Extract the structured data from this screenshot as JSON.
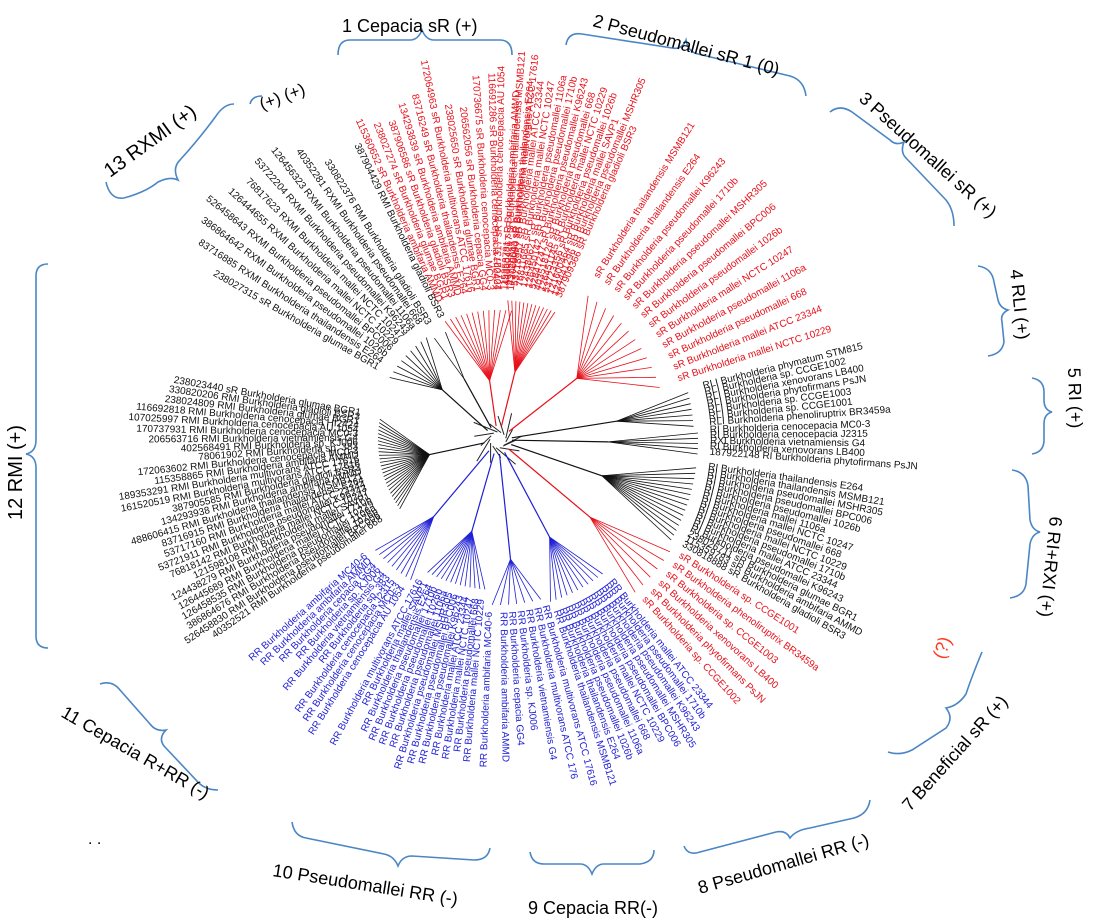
{
  "figure": {
    "colors": {
      "sR": "#e8101a",
      "RR": "#1f1fd6",
      "other": "#111111",
      "bracket": "#4a86c5",
      "unknown": "#ff3b1f"
    },
    "unknown_marker": "(?)",
    "stray_marks": ". .",
    "clade_labels": [
      {
        "id": 1,
        "text": "1 Cepacia  sR (+)"
      },
      {
        "id": 2,
        "text": "2 Pseudomallei  sR 1 (0)"
      },
      {
        "id": 3,
        "text": "3 Pseudomallei  sR (+)"
      },
      {
        "id": 4,
        "text": "4 RLI (+)"
      },
      {
        "id": 5,
        "text": "5 RI (+)"
      },
      {
        "id": 6,
        "text": "6 RI+RXI (+)"
      },
      {
        "id": 7,
        "text": "7 Beneficial sR (+)"
      },
      {
        "id": 8,
        "text": "8 Pseudomallei RR (-)"
      },
      {
        "id": 9,
        "text": "9 Cepacia  RR(-)"
      },
      {
        "id": 10,
        "text": "10 Pseudomallei  RR (-)"
      },
      {
        "id": 11,
        "text": "11 Cepacia   R+RR (-)"
      },
      {
        "id": 12,
        "text": "12 RMI (+)"
      },
      {
        "id": 13,
        "text": "13 RXMI (+)"
      },
      {
        "id": 14,
        "text": "(+) (+)"
      }
    ],
    "clades": [
      {
        "id": 1,
        "color": "sR",
        "leaves": [
          "115360652 sR Burkholderia ambifaria AMMD",
          "238027274 sR Burkholderia glumae BGR1",
          "387906586 sR Burkholderia gladioli BSR3",
          "134293839 sR Burkholderia ambifaria AMMD",
          "83716249 sR Burkholderia thailandensis E264",
          "172064963 sR Burkholderia multivorans ATCC 17616",
          "238025650 sR Burkholderia glumae BGR1",
          "206562056 sR Burkholderia cepacia GG4",
          "170736675 sR Burkholderia cenocepacia MC0-3",
          "116691286 sR Burkholderia cenocepacia HI2424",
          "107027317 sR Burkholderia cenocepacia AU 1054",
          "115358781 sR Burkholderia ambifaria AMMD",
          "172065090 sR Burkholderia multivorans ATCC 17616"
        ]
      },
      {
        "id": 2,
        "color": "sR",
        "leaves": [
          "488604267 sR Burkholderia thailandensis MSMB121",
          "83720643 sR Burkholderia thailandensis E264",
          "53718957 sR Burkholderia mallei ATCC 23344",
          "76811685 sR Burkholderia mallei NCTC 10247",
          "124380621 sR Burkholderia pseudomallei 1106a",
          "126450142 sR Burkholderia pseudomallei 1710b",
          "52847247 sR Burkholderia pseudomallei K96243",
          "403518126 sR Burkholderia pseudomallei 668",
          "126451145 sR Burkholderia mallei NCTC 10229",
          "53723356 sR Burkholderia pseudomallei 1026b",
          "121600464 sR Burkholderia mallei SAVP1",
          "124441296 sR Burkholderia pseudomallei MSHR305",
          "387909366 sR Burkholderia gladioli BSR3"
        ]
      },
      {
        "id": 3,
        "color": "sR",
        "leaves": [
          "sR Burkholderia thailandensis MSMB121",
          "sR Burkholderia thailandensis E264",
          "sR Burkholderia pseudomallei K96243",
          "sR Burkholderia pseudomallei 1710b",
          "sR Burkholderia pseudomallei MSHR305",
          "sR Burkholderia pseudomallei BPC006",
          "sR Burkholderia pseudomallei 1026b",
          "sR Burkholderia mallei NCTC 10247",
          "sR Burkholderia pseudomallei 1106a",
          "sR Burkholderia pseudomallei 668",
          "sR Burkholderia mallei ATCC 23344",
          "sR Burkholderia mallei NCTC 10229"
        ]
      },
      {
        "id": 4,
        "color": "other",
        "leaves": [
          "RLI Burkholderia phymatum STM815",
          "RLI Burkholderia sp. CCGE1002",
          "RLI Burkholderia xenovorans LB400",
          "RLI Burkholderia phytofirmans PsJN",
          "RLI Burkholderia sp. CCGE1003",
          "RLI Burkholderia sp. CCGE1001",
          "RLI Burkholderia phenoliruptrix BR3459a"
        ]
      },
      {
        "id": 5,
        "color": "other",
        "leaves": [
          "RI Burkholderia cenocepacia MC0-3",
          "RI Burkholderia cenocepacia J2315",
          "RXI Burkholderia vietnamiensis G4",
          "RI Burkholderia xenovorans LB400",
          "187922148 RI Burkholderia phytofirmans PsJN"
        ]
      },
      {
        "id": 6,
        "color": "other",
        "leaves": [
          "RI Burkholderia thailandensis E264",
          "RI Burkholderia thailandensis MSMB121",
          "RI Burkholderia pseudomallei MSHR305",
          "RI Burkholderia pseudomallei BPC006",
          "RI Burkholderia pseudomallei 1026b",
          "RI Burkholderia mallei 1106a",
          "RI Burkholderia mallei NCTC 10247",
          "RI Burkholderia pseudomallei 668",
          "RI Burkholderia mallei NCTC 10229",
          "RI Burkholderia pseudomallei 1710b",
          "RI Burkholderia mallei ATCC 23344",
          "RI Burkholderia pseudomallei K96243",
          "238026711 sR Burkholderia glumae BGR1",
          "115359783 sR Burkholderia ambifaria AMMD",
          "330818888 sR Burkholderia gladioli BSR3"
        ]
      },
      {
        "id": 7,
        "color": "sR",
        "leaves": [
          "sR Burkholderia sp. CCGE1001",
          "sR Burkholderia phenoliruptrix BR3459a",
          "sR Burkholderia sp. CCGE1003",
          "sR Burkholderia xenovorans LB400",
          "sR Burkholderia phytofirmans PsJN",
          "sR Burkholderia sp. CCGE1002"
        ]
      },
      {
        "id": 8,
        "color": "RR",
        "leaves": [
          "RR Burkholderia mallei ATCC 23344",
          "RR Burkholderia pseudomallei 1710b",
          "RR Burkholderia pseudomallei K96243",
          "RR Burkholderia pseudomallei MSHR305",
          "RR Burkholderia pseudomallei BPC006",
          "RR Burkholderia mallei NCTC 10229",
          "RR Burkholderia pseudomallei 668",
          "RR Burkholderia pseudomallei 1106a",
          "RR Burkholderia pseudomallei 1026b",
          "RR Burkholderia thailandensis E264",
          "RR Burkholderia thailandensis MSMB121"
        ]
      },
      {
        "id": 9,
        "color": "RR",
        "leaves": [
          "RR Burkholderia multivorans ATCC 17616",
          "RR Burkholderia multivorans ATCC 176",
          "RR Burkholderia vietnamiensis G4",
          "RR Burkholderia sp. KJ006",
          "RR Burkholderia cepacia GG4",
          "RR Burkholderia ambifaria AMMD",
          "RR Burkholderia ambifaria MC40-6"
        ]
      },
      {
        "id": 10,
        "color": "RR",
        "leaves": [
          "RR Burkholderia mallei NCTC 10229",
          "RR Burkholderia pseudomallei 668",
          "RR Burkholderia mallei NCTC 10247",
          "RR Burkholderia mallei ATCC 23344",
          "RR Burkholderia pseudomallei K96243",
          "RR Burkholderia pseudomallei BPC006",
          "RR Burkholderia pseudomallei MSHR305",
          "RR Burkholderia pseudomallei 1106a",
          "RR Burkholderia pseudomallei 1026b",
          "RR Burkholderia pseudomallei 1710b",
          "RR Burkholderia thailandensis E264",
          "RR Burkholderia mallei SAVP1",
          "RR Burkholderia multivorans ATCC 17616"
        ]
      },
      {
        "id": 11,
        "color": "RR",
        "leaves": [
          "RR Burkholderia cenocepacia AU 1054",
          "RR Burkholderia cenocepacia MC0-3",
          "RR Burkholderia cenocepacia J2315",
          "RR Burkholderia sp. 383",
          "RR Burkholderia vietnamiensis G4",
          "RR Burkholderia sp. KJ006",
          "RR Burkholderia cepacia GG4",
          "RR Burkholderia ambifaria AMMD",
          "RR Burkholderia ambifaria MC40-6"
        ]
      },
      {
        "id": 12,
        "color": "other",
        "leaves": [
          "40352521 RMI Burkholderia pseudomallei 668",
          "526458830 RMI Burkholderia pseudomallei BPC006",
          "386864676 RMI Burkholderia pseudomallei 1026b",
          "126458535 RMI Burkholderia pseudomallei 1106a",
          "126445689 RMI Burkholderia mallei NCTC 10229",
          "124438279 RMI Burkholderia pseudomallei 1710b",
          "121598108 RMI Burkholderia mallei SAVP1",
          "76818142 RMI Burkholderia mallei NCTC 10247",
          "53721911 RMI Burkholderia pseudomallei K96243",
          "53717160 RMI Burkholderia mallei ATCC 23344",
          "83716915 RMI Burkholderia thailandensis E264",
          "488606415 RMI Burkholderia thailandensis MSMB121",
          "134293938 RMI Burkholderia ambifaria AMMD",
          "387905585 RMI Burkholderia gladioli BSR3",
          "161520519 RMI Burkholderia multivorans ATCC 17616",
          "189353291 RMI Burkholderia multivorans ATCC 17616",
          "115358865 RMI Burkholderia ambifaria AMMD",
          "172063602 RMI Burkholderia cenocepacia MC0-3",
          "78061902 RMI Burkholderia sp. 383",
          "402568491 RMI Burkholderia sp. KJ006",
          "206563716 RMI Burkholderia vietnamiensis G4",
          "170737931 RMI Burkholderia cenocepacia MC0-3",
          "107025997 RMI Burkholderia cenocepacia AU 1054",
          "116692818 RMI Burkholderia cenocepacia HI2424",
          "238024809 RMI Burkholderia glumae BGR1",
          "330820206 RMI Burkholderia gladioli BSR3",
          "238023440 sR Burkholderia glumae BGR1"
        ]
      },
      {
        "id": 13,
        "color": "other",
        "leaves": [
          "238027315 sR Burkholderia glumae BGR1",
          "83716885 RXMI Burkholderia thailandensis E264",
          "386864642 RXMI Burkholderia pseudomallei 1026b",
          "526458643 RXMI Burkholderia pseudomallei BPC006",
          "126444655 RXMI Burkholderia mallei NCTC 10229",
          "76817623 RXMI Burkholderia mallei NCTC 10247",
          "53722204 RXMI Burkholderia pseudomallei K96243",
          "126456323 RXMI Burkholderia pseudomallei 1106a",
          "40352281 RXMI Burkholderia pseudomallei 668"
        ]
      },
      {
        "id": 14,
        "color": "other",
        "leaves": [
          "330822376 RMI Burkholderia gladioli BSR3",
          "387904429 RMI Burkholderia gladioli BSR3"
        ]
      }
    ]
  }
}
